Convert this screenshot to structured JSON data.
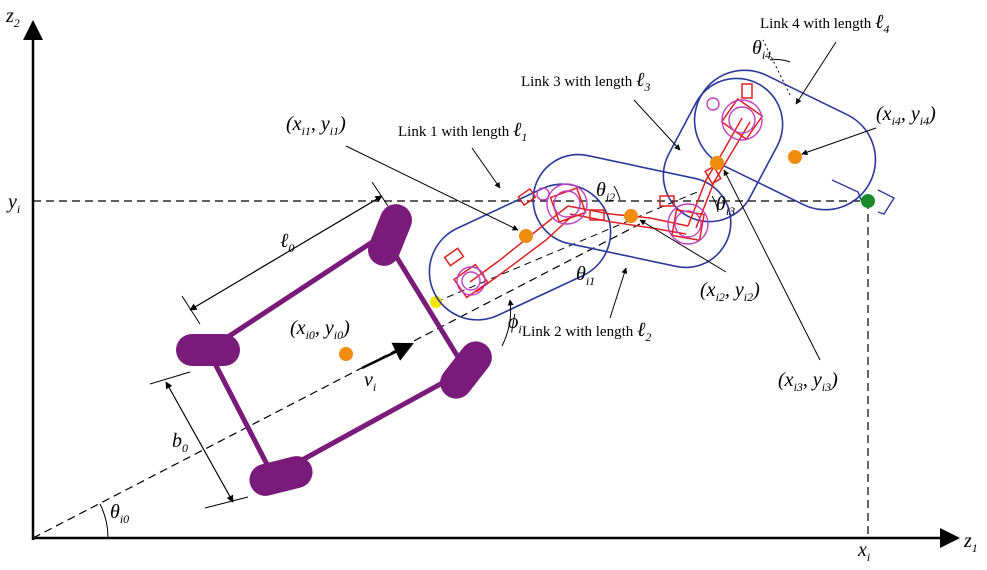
{
  "axes": {
    "horizontal_symbol": "z",
    "horizontal_sub": "1",
    "vertical_symbol": "z",
    "vertical_sub": "2",
    "x_i": "x",
    "x_i_sub": "i",
    "y_i": "y",
    "y_i_sub": "i"
  },
  "links": {
    "link1": "Link 1 with length",
    "link2": "Link 2 with length",
    "link3": "Link 3 with length",
    "link4": "Link 4 with length",
    "ell": "ℓ",
    "sub1": "1",
    "sub2": "2",
    "sub3": "3",
    "sub4": "4"
  },
  "points": {
    "p0": "(x_{i0}, y_{i0})",
    "p1": "(x_{i1}, y_{i1})",
    "p2": "(x_{i2}, y_{i2})",
    "p3": "(x_{i3}, y_{i3})",
    "p4": "(x_{i4}, y_{i4})"
  },
  "angles": {
    "theta": "θ",
    "phi": "ϕ",
    "theta_i0_sub": "i0",
    "theta_i1_sub": "i1",
    "theta_i2_sub": "i2",
    "theta_i3_sub": "i3",
    "theta_i4_sub": "i4",
    "phi_sub": "i"
  },
  "vehicle": {
    "length": "ℓ",
    "length_sub": "0",
    "width": "b",
    "width_sub": "0",
    "velocity": "v",
    "velocity_sub": "i"
  },
  "colors": {
    "vehicle": "#7a1a7a",
    "link_outline": "#2a3a9a",
    "joints": "#e02020",
    "joint_circles": "#c040c0",
    "center_points": "#f08c10",
    "hitch_point": "#f2e600",
    "end_point": "#1a8a2a"
  }
}
